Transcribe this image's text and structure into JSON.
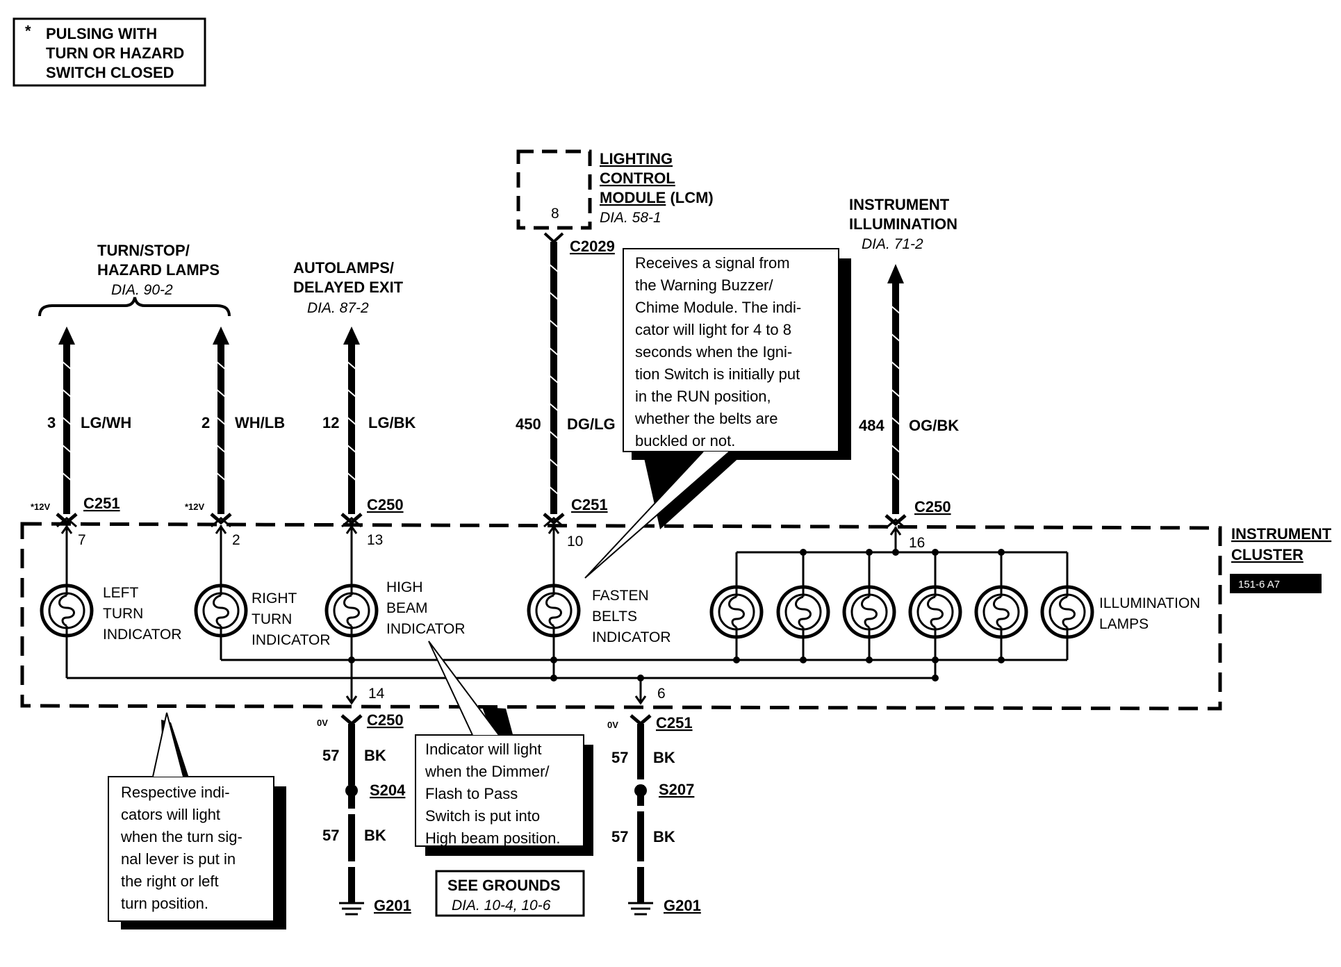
{
  "note": {
    "line1": "PULSING WITH",
    "line2": "TURN OR HAZARD",
    "line3": "SWITCH CLOSED",
    "mark": "*"
  },
  "refs": {
    "turn": {
      "l1": "TURN/STOP/",
      "l2": "HAZARD LAMPS",
      "dia": "DIA. 90-2"
    },
    "autolamps": {
      "l1": "AUTOLAMPS/",
      "l2": "DELAYED EXIT",
      "dia": "DIA. 87-2"
    },
    "lcm": {
      "l1": "LIGHTING",
      "l2": "CONTROL",
      "l3a": "MODULE",
      "l3b": " (LCM)",
      "dia": "DIA. 58-1",
      "pin": "8"
    },
    "illum": {
      "l1": "INSTRUMENT",
      "l2": "ILLUMINATION",
      "dia": "DIA. 71-2"
    }
  },
  "circuits": [
    {
      "num": "3",
      "color": "LG/WH",
      "conn": "C251",
      "pin": "7",
      "volt": "*12V"
    },
    {
      "num": "2",
      "color": "WH/LB",
      "conn": "",
      "pin": "2",
      "volt": "*12V"
    },
    {
      "num": "12",
      "color": "LG/BK",
      "conn": "C250",
      "pin": "13",
      "volt": ""
    },
    {
      "num": "450",
      "color": "DG/LG",
      "conn": "C251",
      "pin": "10",
      "volt": "",
      "top_conn": "C2029"
    },
    {
      "num": "484",
      "color": "OG/BK",
      "conn": "C250",
      "pin": "16",
      "volt": ""
    }
  ],
  "lamps": {
    "left": {
      "l1": "LEFT",
      "l2": "TURN",
      "l3": "INDICATOR"
    },
    "right": {
      "l1": "RIGHT",
      "l2": "TURN",
      "l3": "INDICATOR"
    },
    "high": {
      "l1": "HIGH",
      "l2": "BEAM",
      "l3": "INDICATOR"
    },
    "fasten": {
      "l1": "FASTEN",
      "l2": "BELTS",
      "l3": "INDICATOR"
    },
    "illum": {
      "l1": "ILLUMINATION",
      "l2": "LAMPS"
    }
  },
  "cluster": {
    "l1": "INSTRUMENT",
    "l2": "CLUSTER",
    "code": "151-6 A7"
  },
  "grounds": [
    {
      "pin": "14",
      "volt": "0V",
      "conn": "C250",
      "num1": "57",
      "color1": "BK",
      "splice": "S204",
      "num2": "57",
      "color2": "BK",
      "ground": "G201"
    },
    {
      "pin": "6",
      "volt": "0V",
      "conn": "C251",
      "num1": "57",
      "color1": "BK",
      "splice": "S207",
      "num2": "57",
      "color2": "BK",
      "ground": "G201"
    }
  ],
  "callouts": {
    "belts": [
      "Receives a signal from",
      "the  Warning  Buzzer/",
      "Chime  Module. The indi-",
      "cator will light for 4 to 8",
      "seconds when the Igni-",
      "tion Switch is initially put",
      "in the RUN position,",
      "whether the belts are",
      "buckled or not."
    ],
    "high": [
      "Indicator will light",
      "when the Dimmer/",
      "Flash to Pass",
      "Switch is put into",
      "High beam position."
    ],
    "turn": [
      "Respective indi-",
      "cators will light",
      "when the turn sig-",
      "nal lever is put in",
      "the right or left",
      "turn position."
    ]
  },
  "see_grounds": {
    "l1": "SEE GROUNDS",
    "l2": "DIA. 10-4, 10-6"
  }
}
